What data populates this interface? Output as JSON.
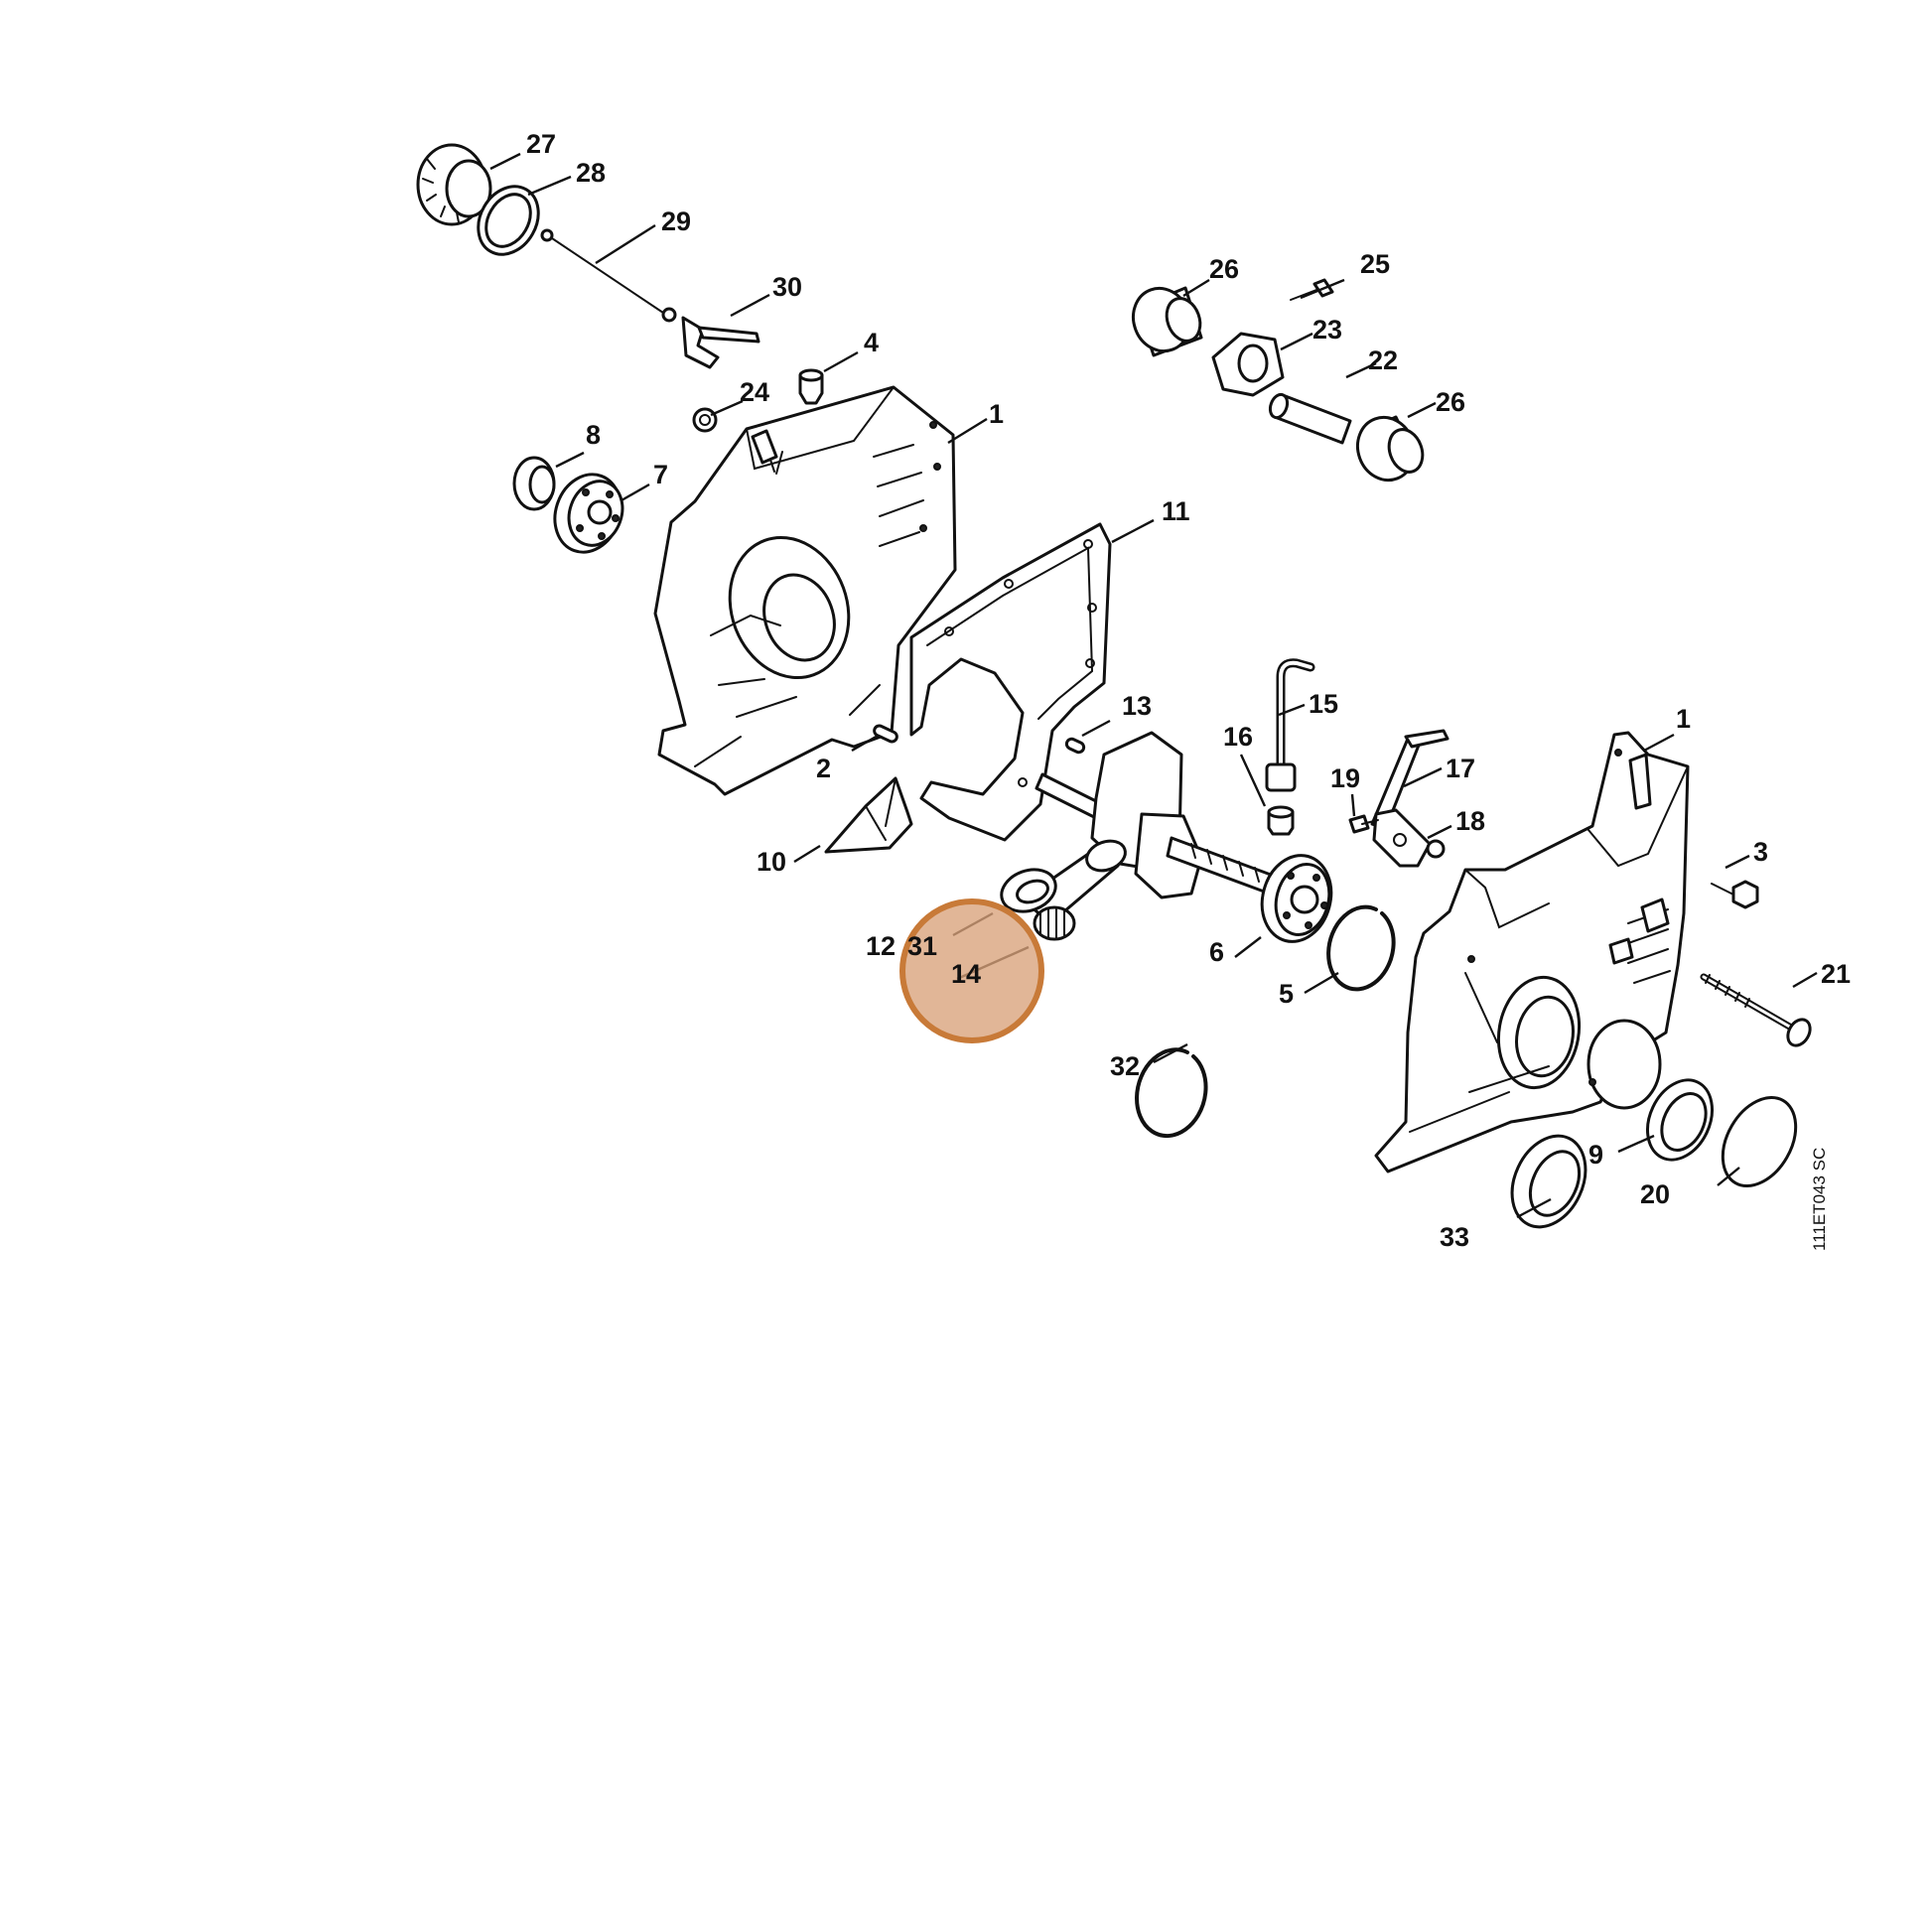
{
  "diagram": {
    "drawing_code": "111ET043 SC",
    "highlight_color": "#d9a27a",
    "highlighted_part": "14",
    "labels": {
      "p1": "1",
      "p1b": "1",
      "p2": "2",
      "p3": "3",
      "p4": "4",
      "p5": "5",
      "p6": "6",
      "p7": "7",
      "p8": "8",
      "p9": "9",
      "p10": "10",
      "p11": "11",
      "p12": "12",
      "p13": "13",
      "p14": "14",
      "p15": "15",
      "p16": "16",
      "p17": "17",
      "p18": "18",
      "p19": "19",
      "p20": "20",
      "p21": "21",
      "p22": "22",
      "p23": "23",
      "p24": "24",
      "p25": "25",
      "p26": "26",
      "p26b": "26",
      "p27": "27",
      "p28": "28",
      "p29": "29",
      "p30": "30",
      "p31": "31",
      "p32": "32",
      "p33": "33"
    }
  }
}
